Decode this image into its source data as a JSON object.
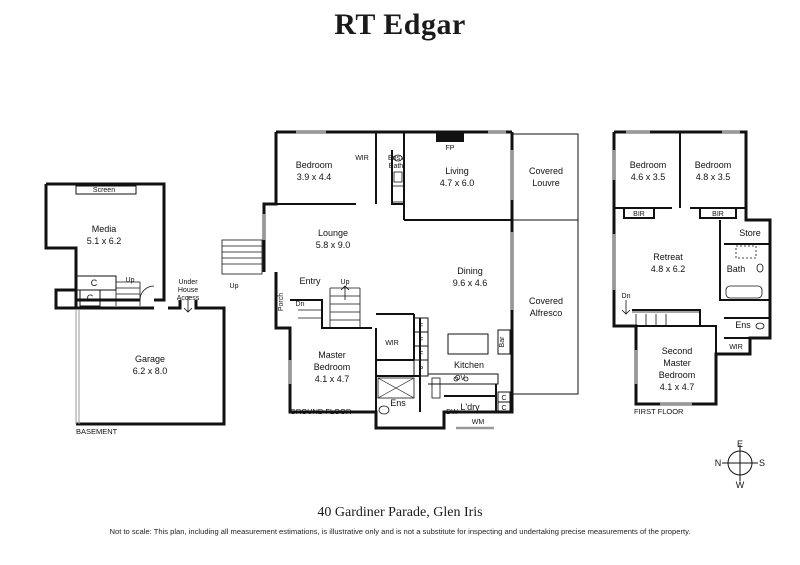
{
  "brand": "RT Edgar",
  "address": "40 Gardiner Parade, Glen Iris",
  "disclaimer": "Not to scale: This plan, including all measurement estimations, is illustrative only and is not a substitute for inspecting and undertaking precise measurements of the property.",
  "floors": {
    "basement": "BASEMENT",
    "ground": "GROUND FLOOR",
    "first": "FIRST FLOOR"
  },
  "basement": {
    "screen": "Screen",
    "media_name": "Media",
    "media_dim": "5.1 x 6.2",
    "c1": "C",
    "c2": "C",
    "up": "Up",
    "under_house_1": "Under",
    "under_house_2": "House",
    "under_house_3": "Access",
    "garage_name": "Garage",
    "garage_dim": "6.2 x 8.0"
  },
  "ground": {
    "bedroom_name": "Bedroom",
    "bedroom_dim": "3.9 x 4.4",
    "wir_top": "WIR",
    "ens_bath_1": "Ens /",
    "ens_bath_2": "Bath",
    "fp": "FP",
    "living_name": "Living",
    "living_dim": "4.7 x 6.0",
    "covered_louvre_1": "Covered",
    "covered_louvre_2": "Louvre",
    "lounge_name": "Lounge",
    "lounge_dim": "5.8 x 9.0",
    "dining_name": "Dining",
    "dining_dim": "9.6 x 4.6",
    "entry": "Entry",
    "porch": "Porch",
    "up_left": "Up",
    "up_stair": "Up",
    "dn": "Dn",
    "covered_alfresco_1": "Covered",
    "covered_alfresco_2": "Alfresco",
    "f1": "F",
    "f2": "F",
    "f3": "F",
    "wir": "WIR",
    "p": "P",
    "bar": "Bar",
    "master_1": "Master",
    "master_2": "Bedroom",
    "master_dim": "4.1 x 4.7",
    "kitchen": "Kitchen",
    "ov": "OV",
    "ens": "Ens",
    "ldry": "L'dry",
    "dw": "DW",
    "wm": "WM",
    "c1": "C",
    "c2": "C"
  },
  "first": {
    "bed1_name": "Bedroom",
    "bed1_dim": "4.6 x 3.5",
    "bed2_name": "Bedroom",
    "bed2_dim": "4.8 x 3.5",
    "bir1": "BIR",
    "bir2": "BIR",
    "store": "Store",
    "retreat_name": "Retreat",
    "retreat_dim": "4.8 x 6.2",
    "bath": "Bath",
    "dn": "Dn",
    "ens": "Ens",
    "wir": "WIR",
    "second_1": "Second",
    "second_2": "Master",
    "second_3": "Bedroom",
    "second_dim": "4.1 x 4.7"
  },
  "compass": {
    "n": "N",
    "e": "E",
    "s": "S",
    "w": "W"
  }
}
